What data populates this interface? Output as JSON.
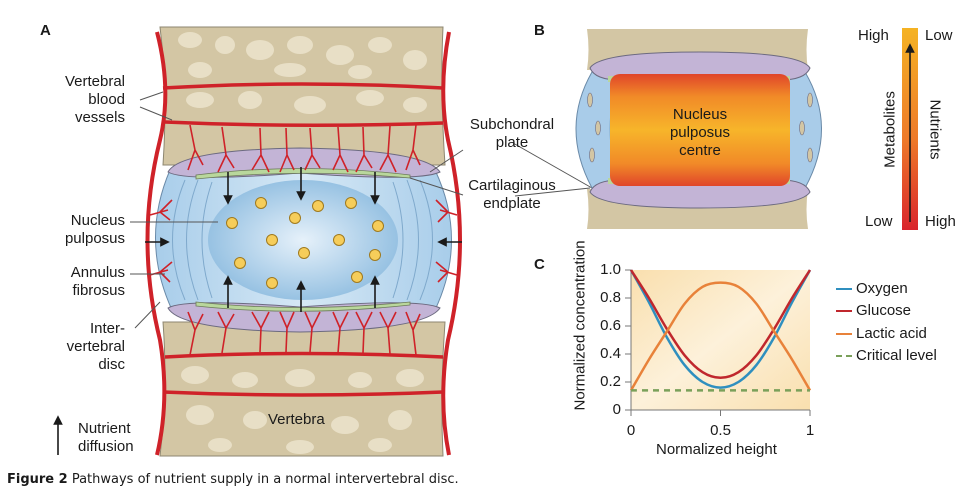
{
  "panels": {
    "a": {
      "letter": "A",
      "labels": {
        "vertebral_blood_vessels": [
          "Vertebral",
          "blood",
          "vessels"
        ],
        "nucleus_pulposus": [
          "Nucleus",
          "pulposus"
        ],
        "annulus_fibrosus": [
          "Annulus",
          "fibrosus"
        ],
        "intervertebral_disc": [
          "Inter-",
          "vertebral",
          "disc"
        ],
        "vertebra": "Vertebra",
        "subchondral_plate": [
          "Subchondral",
          "plate"
        ],
        "cartilaginous_endplate": [
          "Cartilaginous",
          "endplate"
        ],
        "nutrient_diffusion": [
          "Nutrient",
          "diffusion"
        ]
      }
    },
    "b": {
      "letter": "B",
      "center_label": [
        "Nucleus",
        "pulposus",
        "centre"
      ],
      "gradient_bar": {
        "left_top": "High",
        "left_bottom": "Low",
        "right_top": "Low",
        "right_bottom": "High",
        "left_axis": "Metabolites",
        "right_axis": "Nutrients",
        "color_top": "#f5b323",
        "color_bottom": "#d9242b"
      }
    },
    "c": {
      "letter": "C"
    }
  },
  "chart_data": {
    "type": "line",
    "title": "",
    "xlabel": "Normalized height",
    "ylabel": "Normalized concentration",
    "xlim": [
      0,
      1
    ],
    "ylim": [
      0,
      1.0
    ],
    "xticks": [
      "0",
      "0.5",
      "1"
    ],
    "xtick_values": [
      0,
      0.5,
      1
    ],
    "yticks": [
      "0",
      "0.2",
      "0.4",
      "0.6",
      "0.8",
      "1.0"
    ],
    "ytick_values": [
      0,
      0.2,
      0.4,
      0.6,
      0.8,
      1.0
    ],
    "legend_position": "right",
    "x": [
      0,
      0.1,
      0.2,
      0.3,
      0.4,
      0.5,
      0.6,
      0.7,
      0.8,
      0.9,
      1.0
    ],
    "series": [
      {
        "name": "Oxygen",
        "color": "#2f8fbf",
        "style": "solid",
        "values": [
          1.0,
          0.77,
          0.52,
          0.32,
          0.2,
          0.16,
          0.2,
          0.32,
          0.52,
          0.77,
          1.0
        ]
      },
      {
        "name": "Glucose",
        "color": "#c0272d",
        "style": "solid",
        "values": [
          1.0,
          0.8,
          0.58,
          0.39,
          0.27,
          0.23,
          0.27,
          0.39,
          0.58,
          0.8,
          1.0
        ]
      },
      {
        "name": "Lactic acid",
        "color": "#e8823a",
        "style": "solid",
        "values": [
          0.14,
          0.36,
          0.56,
          0.76,
          0.88,
          0.91,
          0.88,
          0.76,
          0.56,
          0.36,
          0.14
        ]
      },
      {
        "name": "Critical level",
        "color": "#7aa05a",
        "style": "dashed",
        "values": [
          0.14,
          0.14,
          0.14,
          0.14,
          0.14,
          0.14,
          0.14,
          0.14,
          0.14,
          0.14,
          0.14
        ]
      }
    ],
    "background_color": "#fbe6bf"
  },
  "caption": {
    "bold": "Figure 2",
    "text": " Pathways of nutrient supply in a normal intervertebral disc."
  }
}
